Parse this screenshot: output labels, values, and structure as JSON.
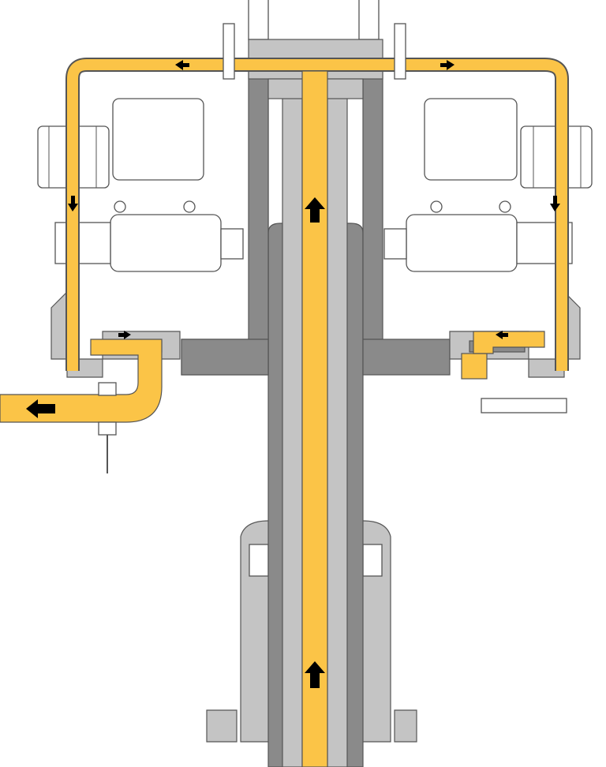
{
  "colors": {
    "flow": "#fbc447",
    "housing_light": "#c4c4c4",
    "housing_dark": "#8a8a8a",
    "outline": "#555555",
    "arrow": "#000000"
  },
  "flow_arrows": [
    "up",
    "up",
    "left",
    "right",
    "down",
    "down",
    "right",
    "left",
    "left"
  ]
}
